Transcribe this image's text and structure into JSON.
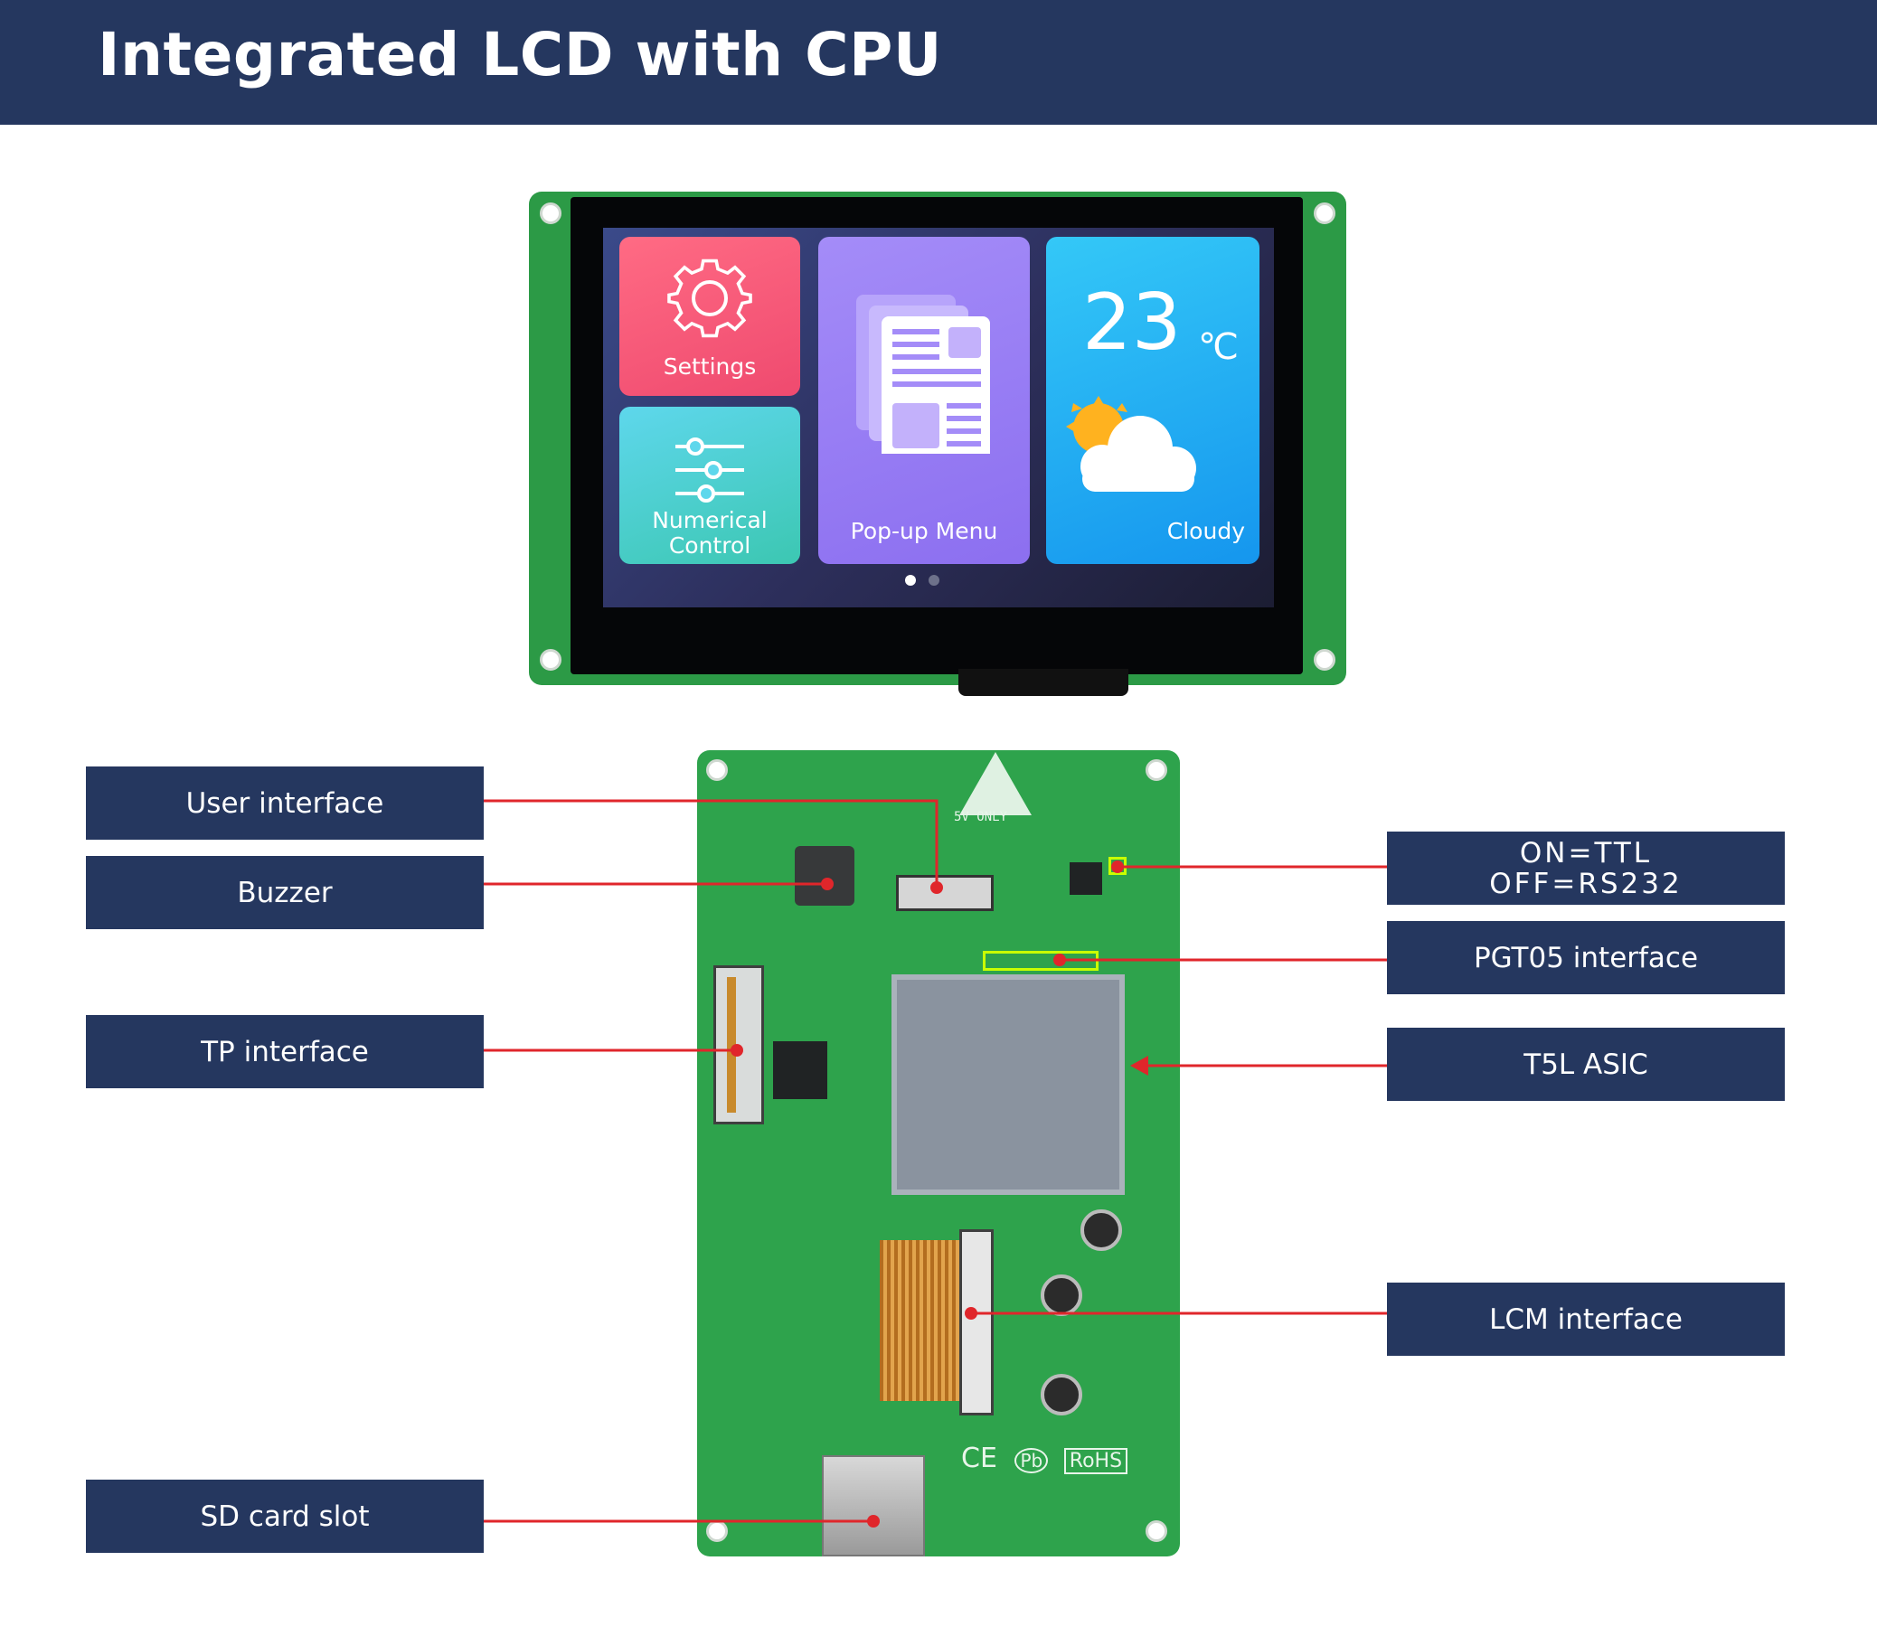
{
  "header": {
    "title": "Integrated LCD with CPU"
  },
  "screen": {
    "tiles": {
      "settings": "Settings",
      "numerical_line1": "Numerical",
      "numerical_line2": "Control",
      "popup": "Pop-up Menu",
      "temperature": "23",
      "temperature_unit": "℃",
      "weather": "Cloudy"
    },
    "page_indicator": {
      "pages": 2,
      "active": 1
    }
  },
  "board": {
    "marking_ce": "CE",
    "marking_pb": "Pb",
    "marking_rohs": "RoHS",
    "warning": "5V ONLY"
  },
  "labels": {
    "user_interface": "User interface",
    "buzzer": "Buzzer",
    "tp_interface": "TP interface",
    "sd_card_slot": "SD card slot",
    "ttl_line1": "ON=TTL",
    "ttl_line2": "OFF=RS232",
    "pgt05_interface": "PGT05 interface",
    "t5l_asic": "T5L ASIC",
    "lcm_interface": "LCM interface"
  },
  "colors": {
    "header": "#25375f",
    "label_box": "#25375f",
    "leader_line": "#e0262b",
    "pcb_green": "#2ea34c"
  }
}
